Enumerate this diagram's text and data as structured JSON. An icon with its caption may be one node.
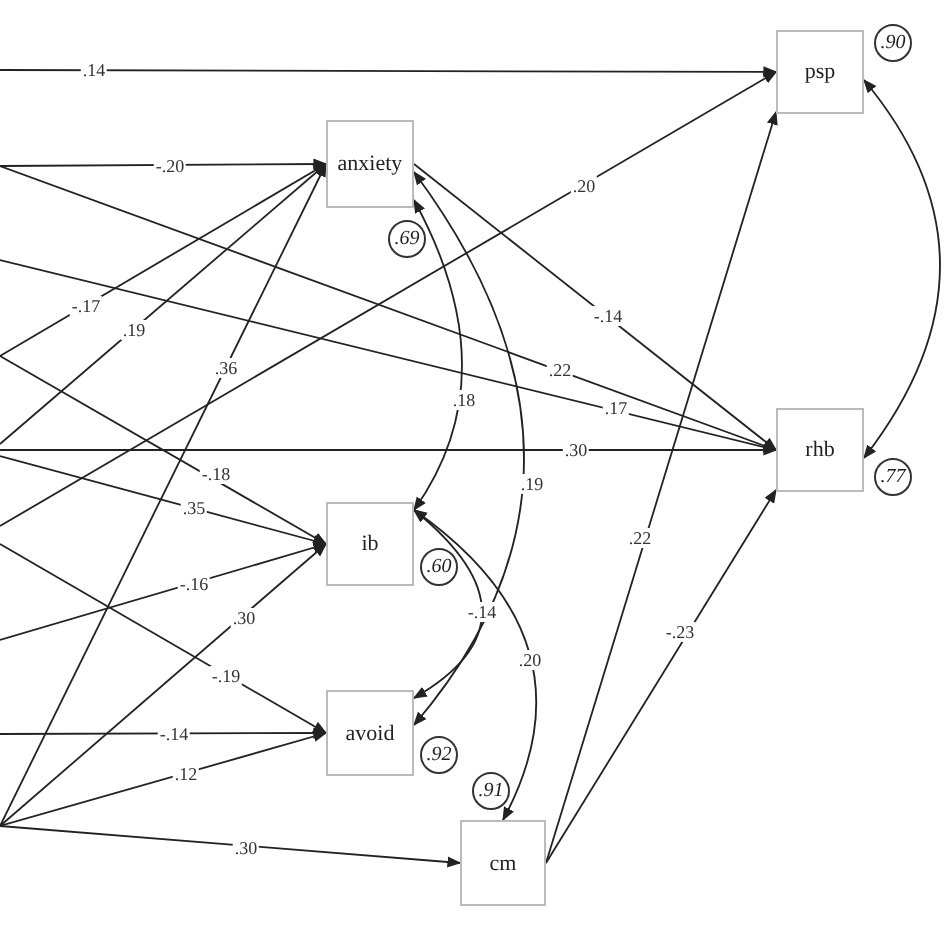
{
  "diagram": {
    "nodes": [
      {
        "text": [
          "anxiety"
        ]
      },
      {
        "text": [
          "psp"
        ]
      },
      {
        "text": [
          "rhb"
        ]
      },
      {
        "text": [
          "ib"
        ]
      },
      {
        "text": [
          "avoid"
        ]
      },
      {
        "text": [
          "cm"
        ]
      },
      {
        "text": [
          ".69"
        ]
      },
      {
        "text": [
          ".90"
        ]
      },
      {
        "text": [
          ".77"
        ]
      },
      {
        "text": [
          ".60"
        ]
      },
      {
        "text": [
          ".92"
        ]
      },
      {
        "text": [
          ".91"
        ]
      }
    ],
    "edges": [
      {
        "from": null,
        "to": 1,
        "arrow": "to",
        "label": ".14"
      },
      {
        "from": null,
        "to": 0,
        "arrow": "to",
        "label": "-.20"
      },
      {
        "from": null,
        "to": 2,
        "arrow": "to",
        "label": ".22"
      },
      {
        "from": null,
        "to": 2,
        "arrow": "to",
        "label": ".17"
      },
      {
        "from": null,
        "to": 0,
        "arrow": "to",
        "label": "-.17"
      },
      {
        "from": null,
        "to": 3,
        "arrow": "to",
        "label": "-.18"
      },
      {
        "from": null,
        "to": 0,
        "arrow": "to",
        "label": ".19"
      },
      {
        "from": null,
        "to": 3,
        "arrow": "to",
        "label": ".35"
      },
      {
        "from": null,
        "to": 2,
        "arrow": "to",
        "label": ".30"
      },
      {
        "from": null,
        "to": 1,
        "arrow": "to",
        "label": ".20"
      },
      {
        "from": null,
        "to": 4,
        "arrow": "to",
        "label": "-.19"
      },
      {
        "from": null,
        "to": 3,
        "arrow": "to",
        "label": "-.16"
      },
      {
        "from": null,
        "to": 4,
        "arrow": "to",
        "label": "-.14"
      },
      {
        "from": null,
        "to": 0,
        "arrow": "to",
        "label": ".36"
      },
      {
        "from": null,
        "to": 3,
        "arrow": "to",
        "label": ".30"
      },
      {
        "from": null,
        "to": 4,
        "arrow": "to",
        "label": ".12"
      },
      {
        "from": null,
        "to": 5,
        "arrow": "to",
        "label": ".30"
      },
      {
        "from": 0,
        "to": 2,
        "arrow": "to",
        "label": "-.14"
      },
      {
        "from": 5,
        "to": 1,
        "arrow": "to",
        "label": ".22"
      },
      {
        "from": 5,
        "to": 2,
        "arrow": "to",
        "label": "-.23"
      },
      {
        "from": 0,
        "to": 3,
        "arrow": "both",
        "label": ".18"
      },
      {
        "from": 0,
        "to": 4,
        "arrow": "both",
        "label": ".19"
      },
      {
        "from": 3,
        "to": 4,
        "arrow": "both",
        "label": "-.14"
      },
      {
        "from": 3,
        "to": 5,
        "arrow": "both",
        "label": ".20"
      },
      {
        "from": 1,
        "to": 2,
        "arrow": "both"
      }
    ]
  }
}
